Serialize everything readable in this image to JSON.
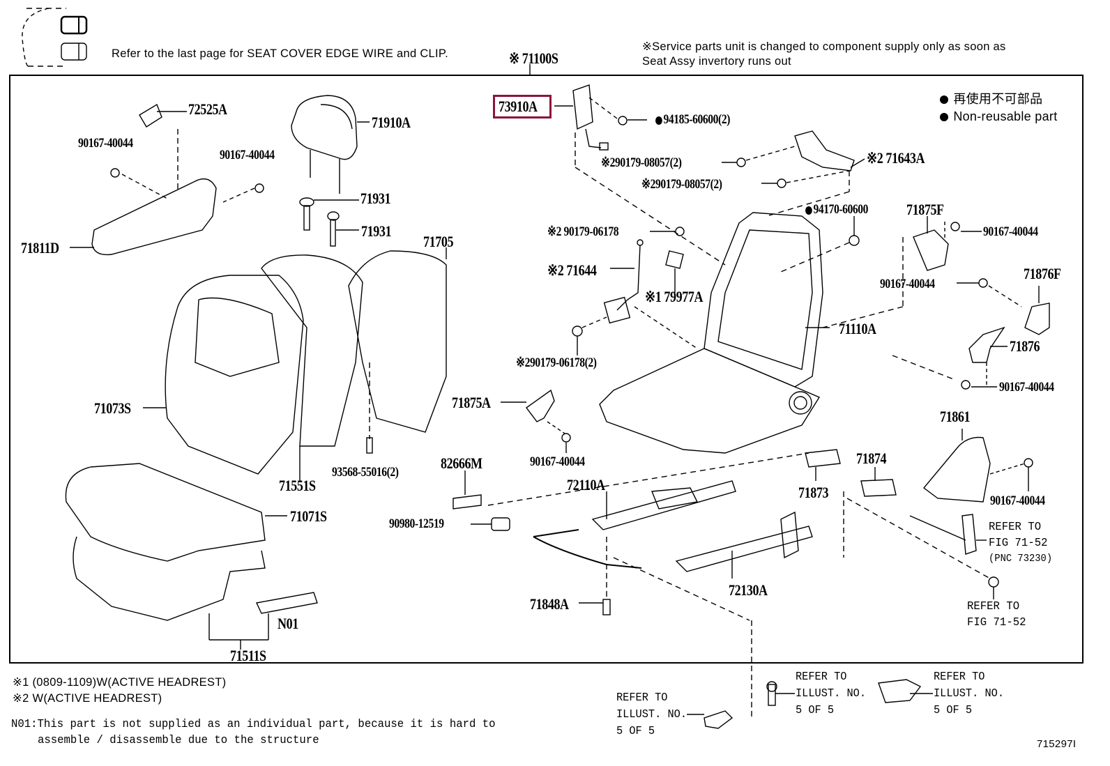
{
  "header": {
    "edge_wire_note": "Refer to the last page for SEAT COVER EDGE WIRE and CLIP.",
    "assembly_label": "※ 71100S",
    "service_note_line1": "※Service parts unit is changed to component supply only as soon as",
    "service_note_line2": "Seat Assy invertory runs out"
  },
  "legend": {
    "item1": "再使用不可部品",
    "item2": "Non-reusable part"
  },
  "highlight": {
    "part": "73910A",
    "color": "#8b1538"
  },
  "parts": {
    "p73910A": "73910A",
    "p94185": "94185-60600(2)",
    "p90179_08057_a": "※290179-08057(2)",
    "p90179_08057_b": "※290179-08057(2)",
    "p71643A": "※2 71643A",
    "p72525A": "72525A",
    "p71910A": "71910A",
    "p90167_a": "90167-40044",
    "p90167_b": "90167-40044",
    "p71931_a": "71931",
    "p71931_b": "71931",
    "p71811D": "71811D",
    "p71705": "71705",
    "p94170": "94170-60600",
    "p71875F": "71875F",
    "p90167_c": "90167-40044",
    "p90179_06178": "※2 90179-06178",
    "p71644": "※2 71644",
    "p79977A": "※1 79977A",
    "p90167_d": "90167-40044",
    "p71876F": "71876F",
    "p71110A": "71110A",
    "p71876": "71876",
    "p90179_06178_2": "※290179-06178(2)",
    "p90167_e": "90167-40044",
    "p71073S": "71073S",
    "p71875A": "71875A",
    "p71861": "71861",
    "p71551S": "71551S",
    "p93568": "93568-55016(2)",
    "p82666M": "82666M",
    "p90167_f": "90167-40044",
    "p71874": "71874",
    "p72110A": "72110A",
    "p71873": "71873",
    "p90167_g": "90167-40044",
    "p71071S": "71071S",
    "p90980": "90980-12519",
    "p72130A": "72130A",
    "p71848A": "71848A",
    "pN01": "N01",
    "p71511S": "71511S"
  },
  "refs": {
    "fig7152_a_line1": "REFER TO",
    "fig7152_a_line2": "FIG 71-52",
    "fig7152_a_line3": "(PNC 73230)",
    "fig7152_b_line1": "REFER TO",
    "fig7152_b_line2": "FIG 71-52",
    "illust_a": "REFER TO\nILLUST. NO.\n5 OF 5",
    "illust_b": "REFER TO\nILLUST. NO.\n5 OF 5",
    "illust_c": "REFER TO\nILLUST. NO.\n5 OF 5"
  },
  "footnotes": {
    "note1": "※1 (0809-1109)W(ACTIVE HEADREST)",
    "note2": "※2 W(ACTIVE HEADREST)",
    "n01_line1": "N01:This part is not supplied as an individual part, because it is hard to",
    "n01_line2": "assemble / disassemble due to the structure"
  },
  "figure_id": "715297I"
}
